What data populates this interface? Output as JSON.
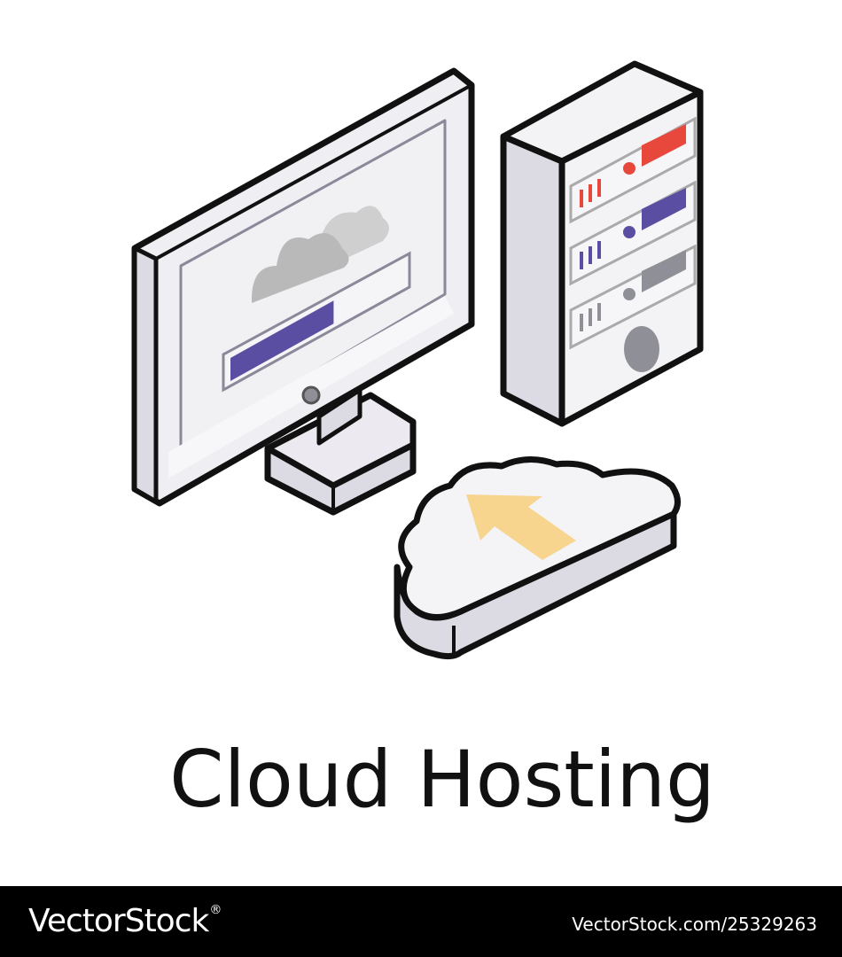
{
  "caption": "Cloud Hosting",
  "footer": {
    "brand": "VectorStock",
    "brand_mark": "®",
    "image_id": "VectorStock.com/25329263"
  },
  "icons": {
    "monitor": "monitor-icon",
    "server": "server-tower-icon",
    "cloud": "cloud-upload-icon",
    "screen_cloud": "cloud-icon",
    "arrow": "upload-arrow-icon"
  },
  "colors": {
    "outline": "#111111",
    "panel": "#f3f3f5",
    "side": "#e2e1e8",
    "purple": "#5a4ea3",
    "red": "#e8473b",
    "gray": "#8f8f97",
    "cloud_gray": "#bcbcbc",
    "arrow": "#f7d58e"
  },
  "upload_progress": 0.6
}
